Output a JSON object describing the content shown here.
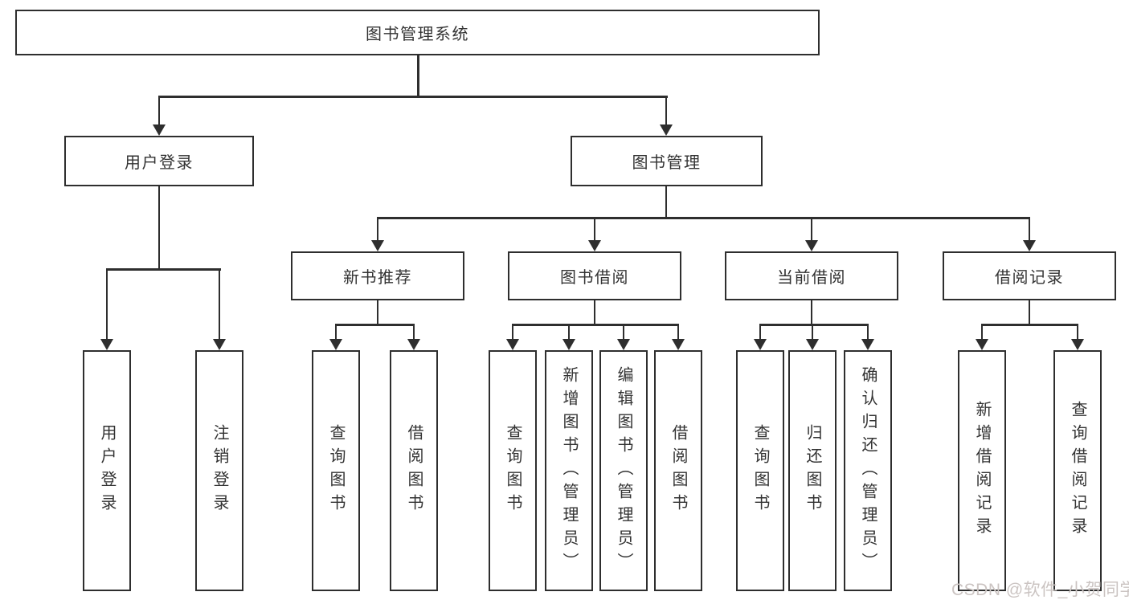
{
  "root": {
    "label": "图书管理系统"
  },
  "level2": [
    {
      "label": "用户登录",
      "children": [
        {
          "label": "用户登录"
        },
        {
          "label": "注销登录"
        }
      ]
    },
    {
      "label": "图书管理"
    }
  ],
  "level3": [
    {
      "label": "新书推荐",
      "children": [
        {
          "label": "查询图书"
        },
        {
          "label": "借阅图书"
        }
      ]
    },
    {
      "label": "图书借阅",
      "children": [
        {
          "label": "查询图书"
        },
        {
          "label": "新增图书（管理员）"
        },
        {
          "label": "编辑图书（管理员）"
        },
        {
          "label": "借阅图书"
        }
      ]
    },
    {
      "label": "当前借阅",
      "children": [
        {
          "label": "查询图书"
        },
        {
          "label": "归还图书"
        },
        {
          "label": "确认归还（管理员）"
        }
      ]
    },
    {
      "label": "借阅记录",
      "children": [
        {
          "label": "新增借阅记录"
        },
        {
          "label": "查询借阅记录"
        }
      ]
    }
  ],
  "watermark": {
    "text": "CSDN @软件_小贺同学"
  },
  "colors": {
    "line": "#2e2e2e",
    "text": "#333333",
    "watermark": "#cbc4c2"
  }
}
